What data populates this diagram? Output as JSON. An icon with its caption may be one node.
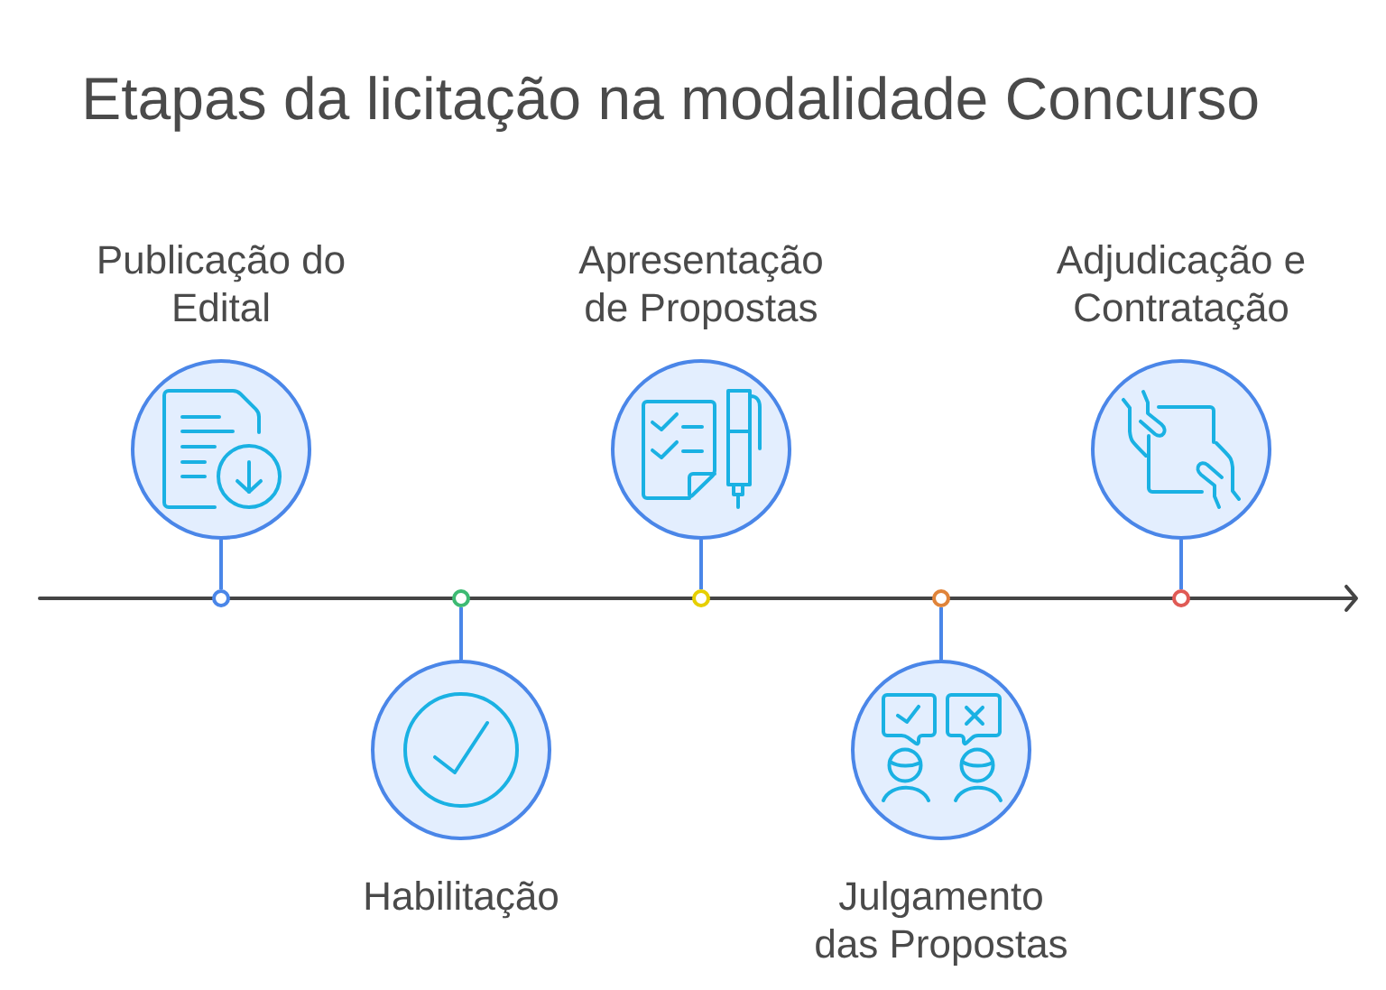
{
  "diagram": {
    "title": "Etapas da licitação na modalidade Concurso",
    "nodes": [
      {
        "text": [
          "Publicação do Edital"
        ]
      },
      {
        "text": [
          "Habilitação"
        ]
      },
      {
        "text": [
          "Apresentação de Propostas"
        ]
      },
      {
        "text": [
          "Julgamento das Propostas"
        ]
      },
      {
        "text": [
          "Adjudicação e Contratação"
        ]
      },
      {
        "text": [],
        "shape": "circle"
      },
      {
        "text": [],
        "shape": "circle"
      },
      {
        "text": [],
        "shape": "circle"
      },
      {
        "text": [],
        "shape": "circle"
      },
      {
        "text": [],
        "shape": "circle"
      }
    ],
    "edges": [
      {
        "from": 0,
        "to": 5,
        "arrow": "none"
      },
      {
        "from": 1,
        "to": 6,
        "arrow": "none"
      },
      {
        "from": 2,
        "to": 7,
        "arrow": "none"
      },
      {
        "from": 3,
        "to": 8,
        "arrow": "none"
      },
      {
        "from": 4,
        "to": 9,
        "arrow": "none"
      }
    ]
  }
}
